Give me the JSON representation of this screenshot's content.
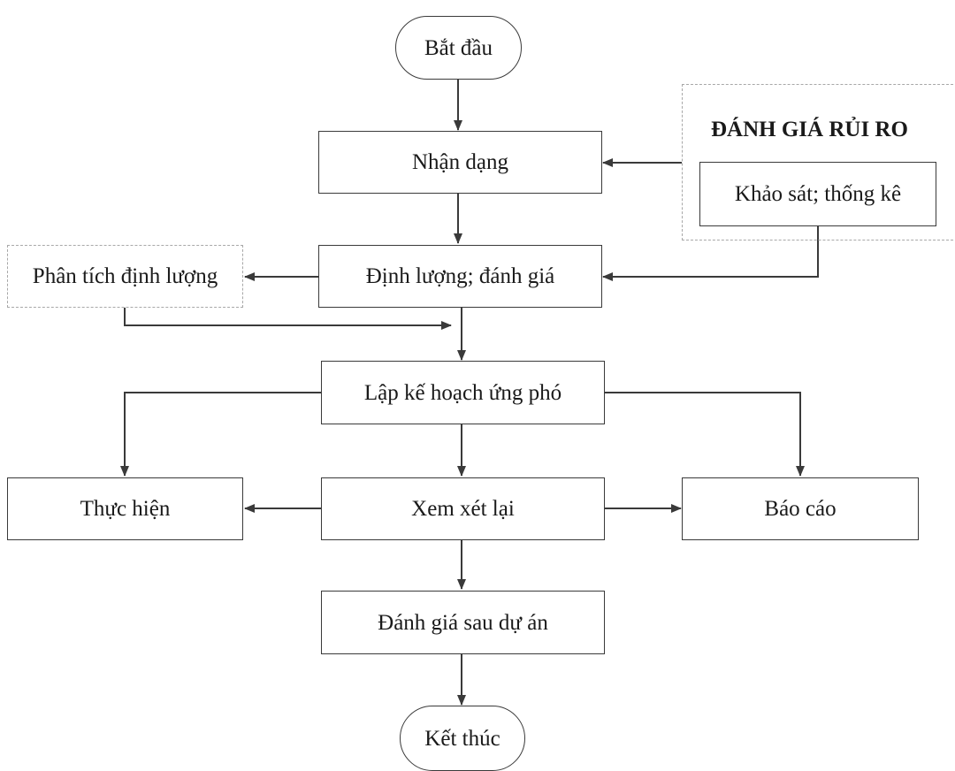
{
  "nodes": {
    "start": "Bắt đầu",
    "identify": "Nhận dạng",
    "quantify": "Định lượng; đánh giá",
    "quant_analysis": "Phân tích định lượng",
    "plan": "Lập kế hoạch ứng phó",
    "implement": "Thực hiện",
    "review": "Xem xét lại",
    "report": "Báo cáo",
    "post_eval": "Đánh giá sau dự án",
    "end": "Kết thúc"
  },
  "risk_group": {
    "title": "ĐÁNH GIÁ RỦI RO",
    "survey": "Khảo sát; thống kê"
  },
  "colors": {
    "line": "#3a3a3a",
    "node_border": "#3a3a3a",
    "dashed_border": "#a8a8a8"
  }
}
